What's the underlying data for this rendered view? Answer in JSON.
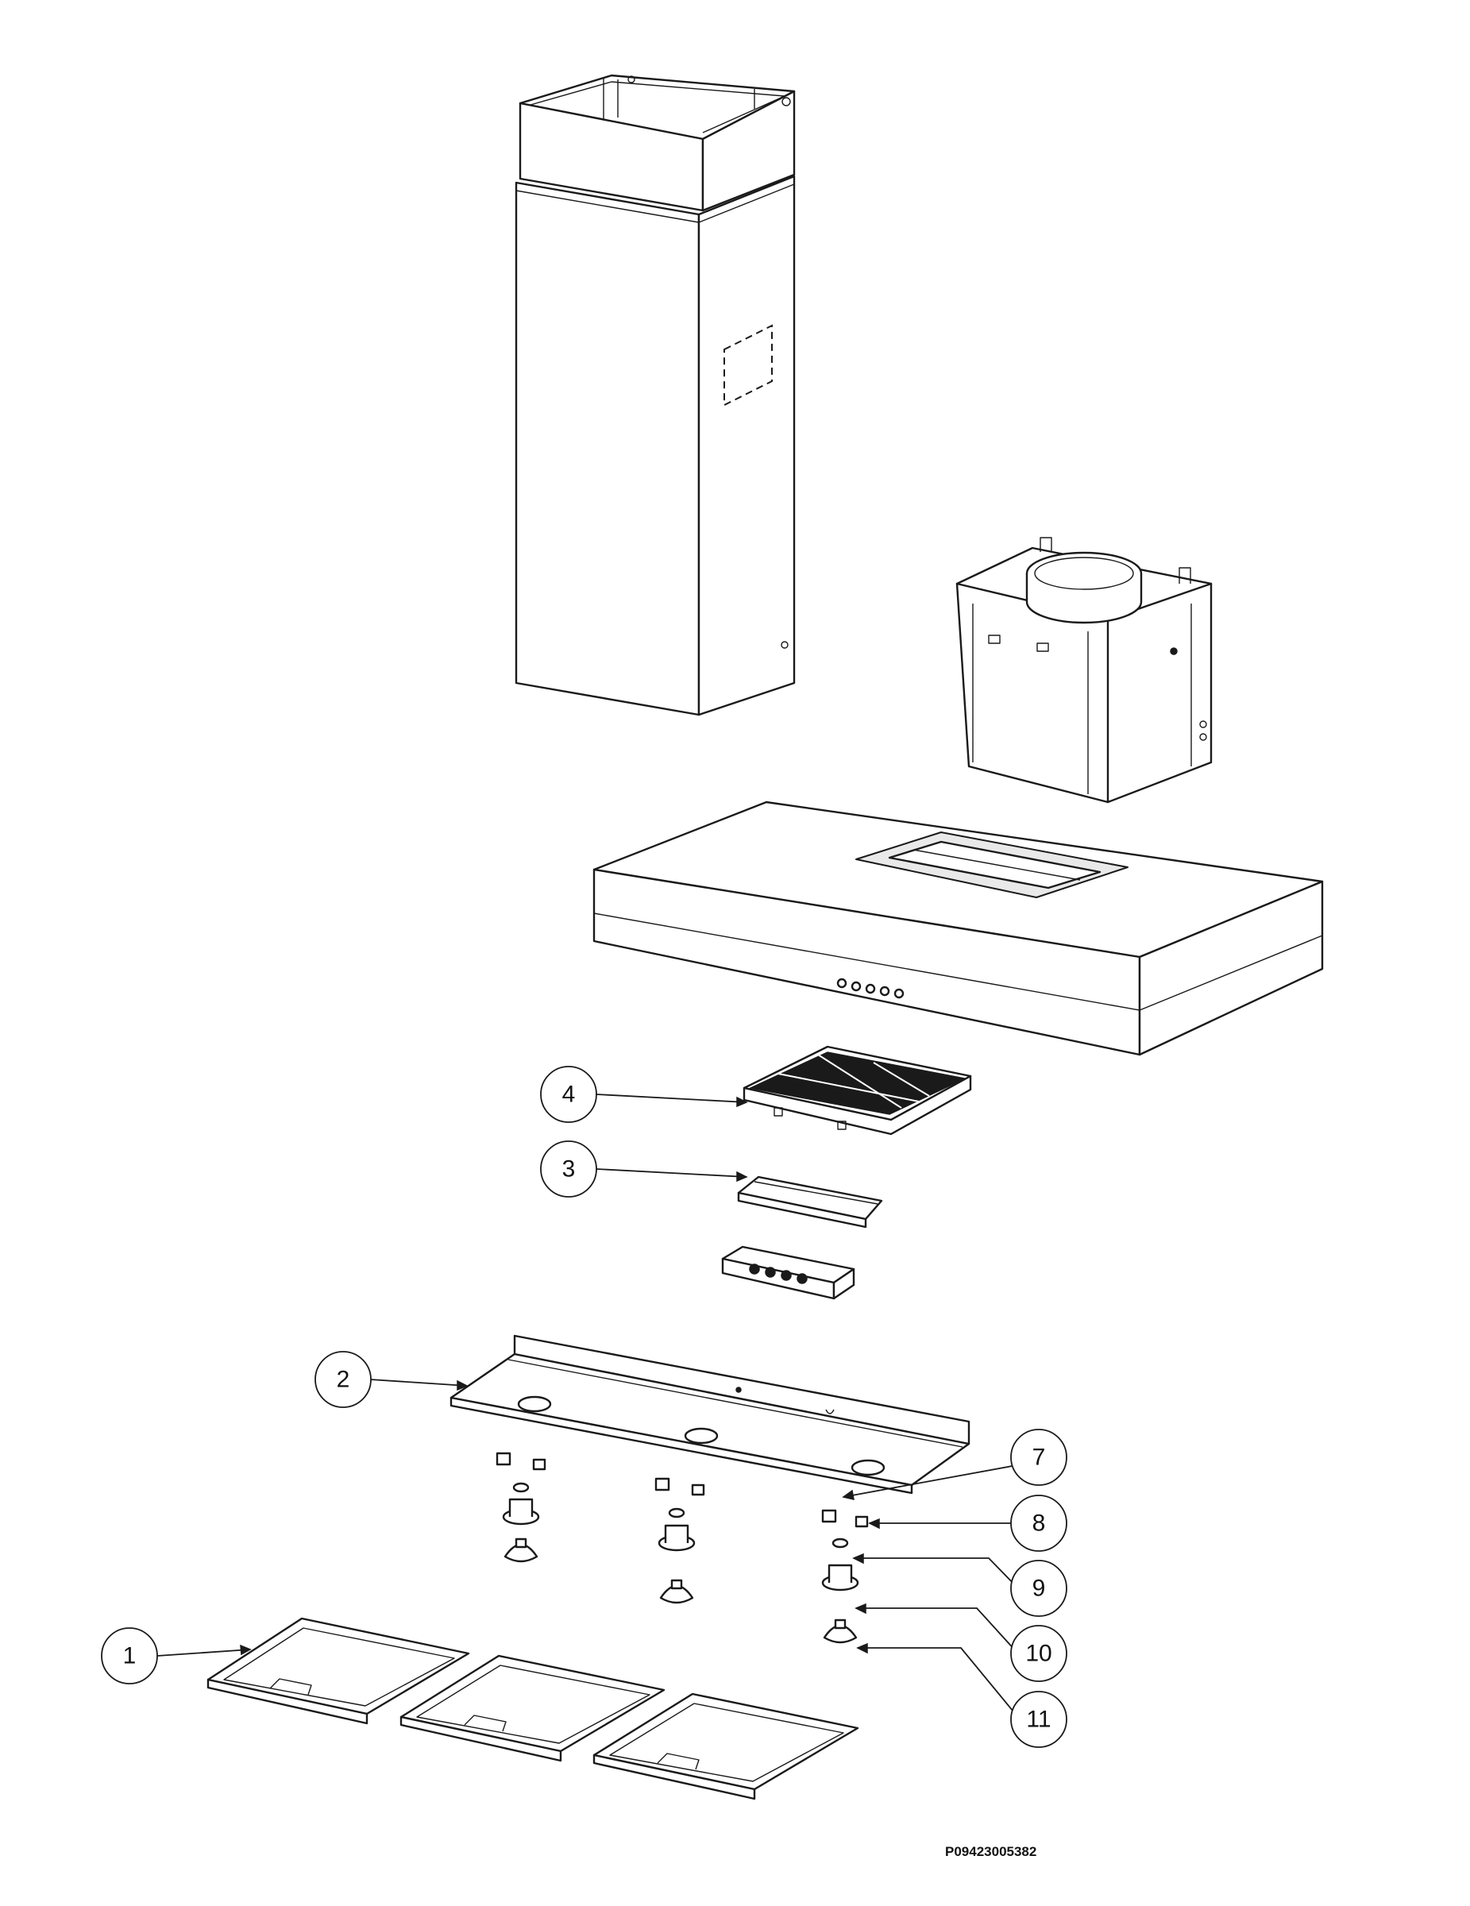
{
  "diagram": {
    "document_code": "P09423005382",
    "callouts": [
      {
        "number": "1"
      },
      {
        "number": "2"
      },
      {
        "number": "3"
      },
      {
        "number": "4"
      },
      {
        "number": "7"
      },
      {
        "number": "8"
      },
      {
        "number": "9"
      },
      {
        "number": "10"
      },
      {
        "number": "11"
      }
    ]
  }
}
